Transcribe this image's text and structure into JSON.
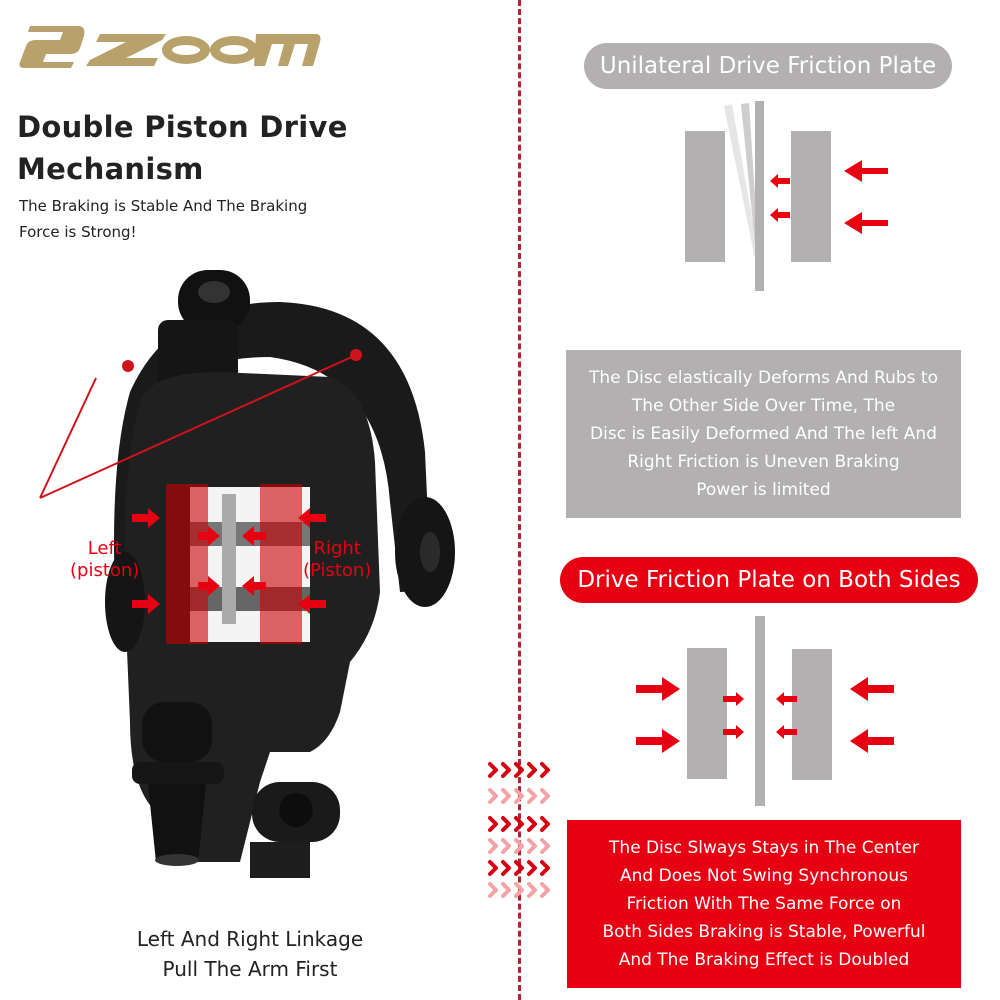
{
  "brand": {
    "logo_text": "ZOOM",
    "logo_color": "#b8a16a"
  },
  "left_panel": {
    "title_line1": "Double Piston Drive",
    "title_line2": "Mechanism",
    "subtitle_line1": "The Braking is Stable And The Braking",
    "subtitle_line2": "Force is Strong!",
    "piston_left_line1": "Left",
    "piston_left_line2": "(piston)",
    "piston_right_line1": "Right",
    "piston_right_line2": "(Piston)",
    "caption_line1": "Left And Right Linkage",
    "caption_line2": "Pull The Arm First"
  },
  "right_panel": {
    "unilateral": {
      "heading": "Unilateral Drive Friction Plate",
      "desc_lines": [
        "The Disc elastically Deforms And Rubs to",
        "The Other Side Over Time, The",
        "Disc is Easily Deformed And The left And",
        "Right Friction is Uneven Braking",
        "Power is limited"
      ]
    },
    "both_sides": {
      "heading": "Drive Friction Plate on Both Sides",
      "desc_lines": [
        "The Disc Slways Stays in The Center",
        "And Does Not Swing Synchronous",
        "Friction With The Same Force on",
        "Both Sides Braking is Stable, Powerful",
        "And The Braking Effect is Doubled"
      ]
    }
  },
  "colors": {
    "accent_red": "#e60012",
    "gray": "#b3b0b1",
    "divider": "#b5232c",
    "text": "#222222"
  }
}
